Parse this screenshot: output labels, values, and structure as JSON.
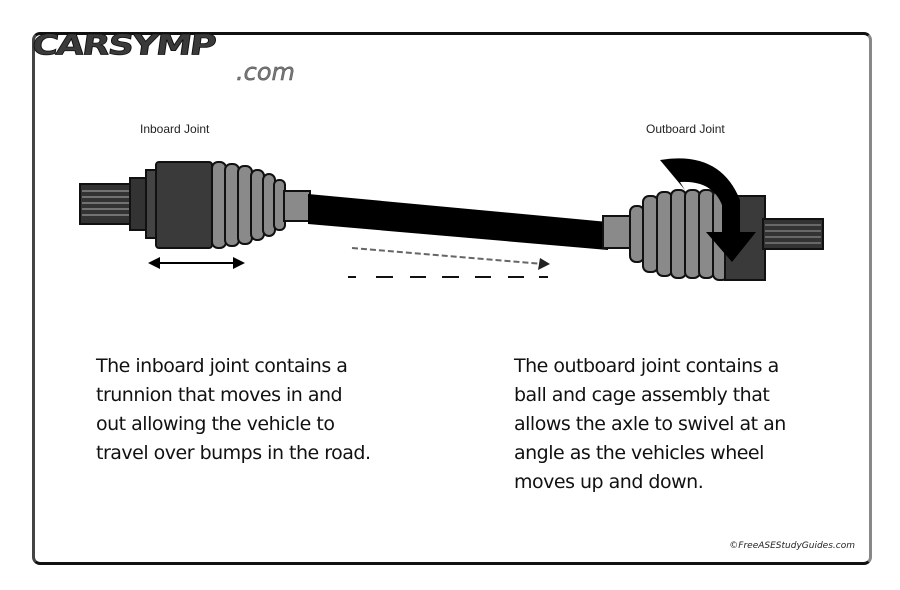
{
  "logo": {
    "main": "CARSYMP",
    "sub": ".com"
  },
  "diagram": {
    "labels": {
      "inboard": "Inboard Joint",
      "outboard": "Outboard Joint"
    },
    "colors": {
      "housing_dark": "#3a3a3a",
      "boot_gray": "#8a8a8a",
      "shaft": "#000000",
      "outline": "#111111"
    }
  },
  "text": {
    "inboard_desc": [
      "The inboard joint contains a",
      "trunnion that moves in and",
      "out allowing the vehicle to",
      "travel over bumps in the road."
    ],
    "outboard_desc": [
      "The outboard joint contains a",
      "ball and cage assembly that",
      "allows the axle to swivel at an",
      "angle as the vehicles wheel",
      "moves up and down."
    ]
  },
  "credit": "©FreeASEStudyGuides.com"
}
